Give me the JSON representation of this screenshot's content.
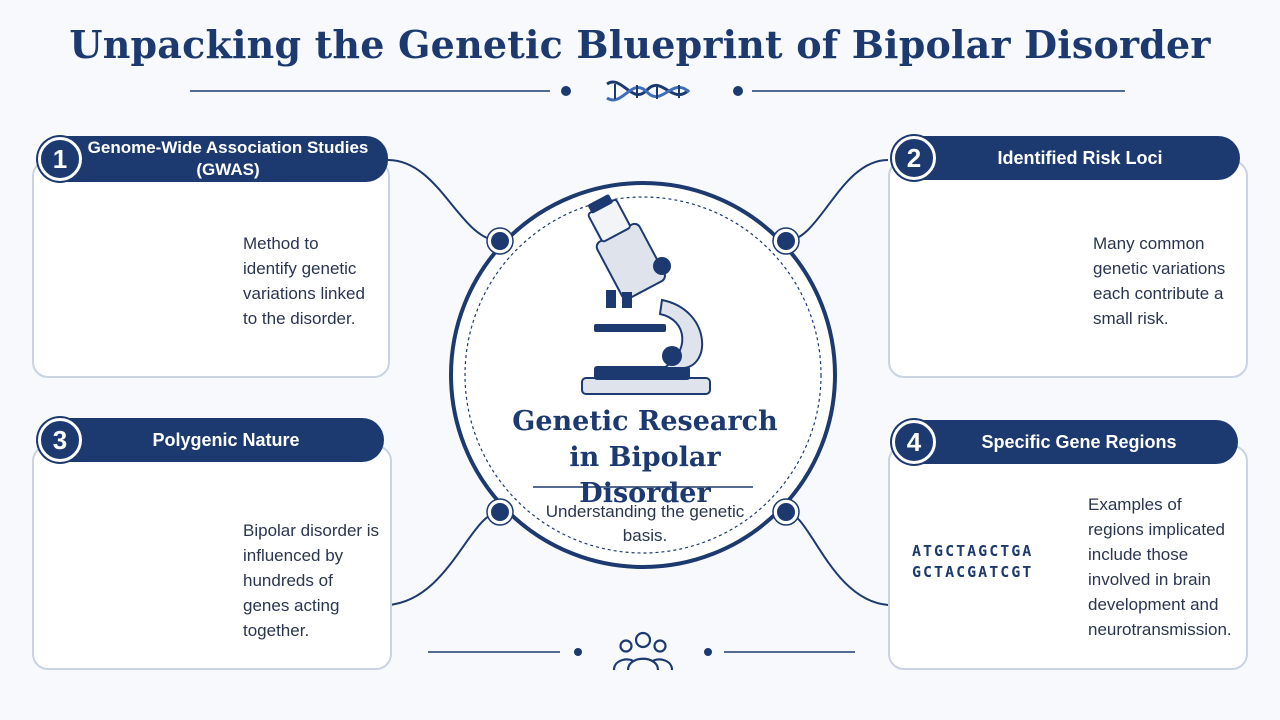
{
  "title": "Unpacking the Genetic Blueprint of Bipolar Disorder",
  "center": {
    "title": "Genetic Research in Bipolar Disorder",
    "subtitle": "Understanding the genetic basis."
  },
  "cards": [
    {
      "number": "1",
      "heading": "Genome-Wide Association Studies (GWAS)",
      "description": "Method to identify genetic variations linked to the disorder.",
      "icon": "magnifier-chromosome-icon"
    },
    {
      "number": "2",
      "heading": "Identified Risk Loci",
      "description": "Many common genetic variations each contribute a small risk.",
      "icon": "chromosome-icon"
    },
    {
      "number": "3",
      "heading": "Polygenic Nature",
      "description": "Bipolar disorder is influenced by hundreds of genes acting together.",
      "icon": "puzzle-icon"
    },
    {
      "number": "4",
      "heading": "Specific Gene Regions",
      "description": "Examples of regions implicated include those involved in brain development and neurotransmission.",
      "icon": "dna-helix-icon"
    }
  ],
  "dna_sequence": {
    "line1": "ATGCTAGCTGA",
    "line2": "GCTACGATCGT"
  },
  "colors": {
    "primary": "#1d3a70",
    "accent": "#3f6fb8",
    "light": "#a9c2e6",
    "highlight": "#e0b43a"
  }
}
